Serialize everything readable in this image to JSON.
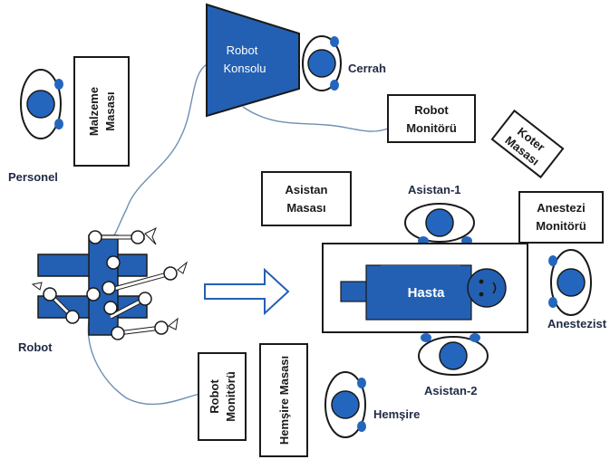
{
  "colors": {
    "primary_blue": "#2360b3",
    "person_face": "#2466be",
    "outline": "#1a1a1a",
    "cable": "#6f8fb5",
    "text_white": "#ffffff"
  },
  "labels": {
    "robot_console_line1": "Robot",
    "robot_console_line2": "Konsolu",
    "surgeon": "Cerrah",
    "material_table_line1": "Malzeme",
    "material_table_line2": "Masası",
    "staff": "Personel",
    "robot_monitor_top_line1": "Robot",
    "robot_monitor_top_line2": "Monitörü",
    "cautery_table_line1": "Koter",
    "cautery_table_line2": "Masası",
    "assistant_table_line1": "Asistan",
    "assistant_table_line2": "Masası",
    "assistant_1": "Asistan-1",
    "anesthesia_monitor_line1": "Anestezi",
    "anesthesia_monitor_line2": "Monitörü",
    "patient": "Hasta",
    "anesthetist": "Anestezist",
    "robot": "Robot",
    "assistant_2": "Asistan-2",
    "robot_monitor_bottom_line1": "Robot",
    "robot_monitor_bottom_line2": "Monitörü",
    "nurse_table": "Hemşire Masası",
    "nurse": "Hemşire"
  },
  "icons": [
    "person-topview-icon",
    "robot-arm-icon",
    "direction-arrow-icon",
    "patient-body-icon"
  ]
}
